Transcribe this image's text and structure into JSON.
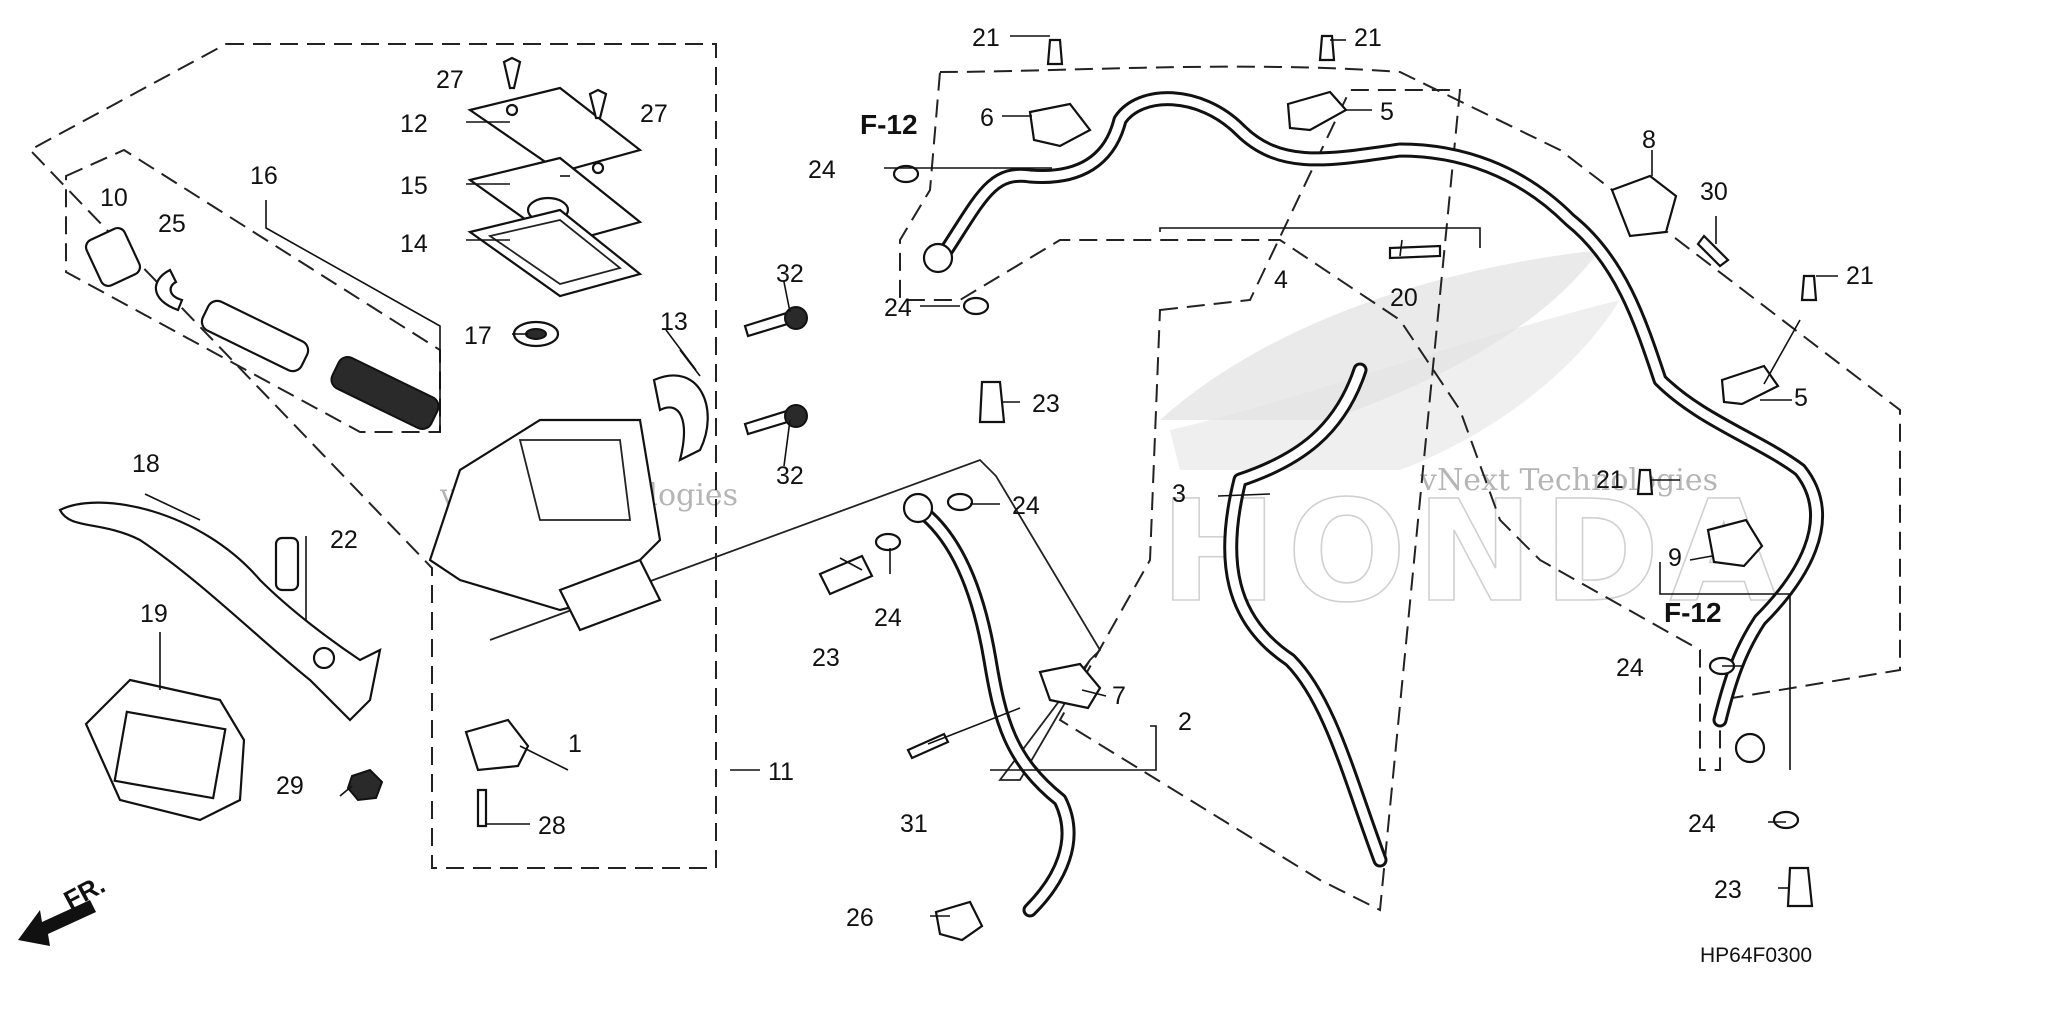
{
  "diagram": {
    "code": "HP64F0300",
    "front_label": "FR.",
    "watermark_name": "vNext Technologies",
    "watermark_brand": "HONDA",
    "refs": [
      "F-12",
      "F-12"
    ],
    "callouts": [
      {
        "id": "c1",
        "num": "1"
      },
      {
        "id": "c2",
        "num": "2"
      },
      {
        "id": "c3",
        "num": "3"
      },
      {
        "id": "c4",
        "num": "4"
      },
      {
        "id": "c5a",
        "num": "5"
      },
      {
        "id": "c5b",
        "num": "5"
      },
      {
        "id": "c6",
        "num": "6"
      },
      {
        "id": "c7",
        "num": "7"
      },
      {
        "id": "c8",
        "num": "8"
      },
      {
        "id": "c9",
        "num": "9"
      },
      {
        "id": "c10",
        "num": "10"
      },
      {
        "id": "c11",
        "num": "11"
      },
      {
        "id": "c12",
        "num": "12"
      },
      {
        "id": "c13",
        "num": "13"
      },
      {
        "id": "c14",
        "num": "14"
      },
      {
        "id": "c15",
        "num": "15"
      },
      {
        "id": "c16",
        "num": "16"
      },
      {
        "id": "c17",
        "num": "17"
      },
      {
        "id": "c18",
        "num": "18"
      },
      {
        "id": "c19",
        "num": "19"
      },
      {
        "id": "c20",
        "num": "20"
      },
      {
        "id": "c21a",
        "num": "21"
      },
      {
        "id": "c21b",
        "num": "21"
      },
      {
        "id": "c21c",
        "num": "21"
      },
      {
        "id": "c21d",
        "num": "21"
      },
      {
        "id": "c22",
        "num": "22"
      },
      {
        "id": "c23a",
        "num": "23"
      },
      {
        "id": "c23b",
        "num": "23"
      },
      {
        "id": "c23c",
        "num": "23"
      },
      {
        "id": "c24a",
        "num": "24"
      },
      {
        "id": "c24b",
        "num": "24"
      },
      {
        "id": "c24c",
        "num": "24"
      },
      {
        "id": "c24d",
        "num": "24"
      },
      {
        "id": "c24e",
        "num": "24"
      },
      {
        "id": "c24f",
        "num": "24"
      },
      {
        "id": "c25",
        "num": "25"
      },
      {
        "id": "c26",
        "num": "26"
      },
      {
        "id": "c27a",
        "num": "27"
      },
      {
        "id": "c27b",
        "num": "27"
      },
      {
        "id": "c28",
        "num": "28"
      },
      {
        "id": "c29",
        "num": "29"
      },
      {
        "id": "c30",
        "num": "30"
      },
      {
        "id": "c31",
        "num": "31"
      },
      {
        "id": "c32a",
        "num": "32"
      },
      {
        "id": "c32b",
        "num": "32"
      }
    ]
  }
}
